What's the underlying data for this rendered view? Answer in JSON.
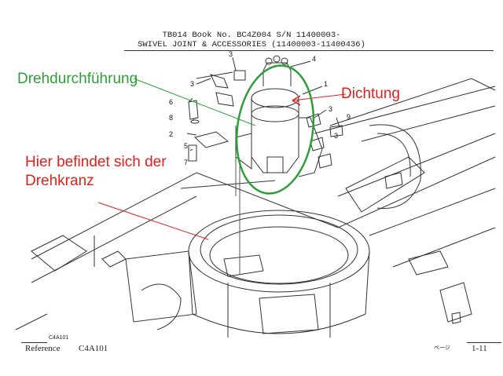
{
  "header": {
    "line1": "TB014  Book No. BC4Z004  S/N 11400003-",
    "line2": "SWIVEL JOINT & ACCESSORIES (11400003-11400436)"
  },
  "callouts": [
    "3",
    "4",
    "1",
    "3",
    "6",
    "8",
    "2",
    "5",
    "7",
    "3",
    "9",
    "3"
  ],
  "annotations": {
    "swivel": {
      "text": "Drehdurchführung",
      "color": "#2e9e3a"
    },
    "seal": {
      "text": "Dichtung",
      "color": "#e0201c"
    },
    "ring_line1": "Hier befindet sich der",
    "ring_line2": "Drehkranz",
    "ring_color": "#e0201c"
  },
  "footer": {
    "small_ref": "C4A101",
    "reference_label": "Reference",
    "reference_code": "C4A101",
    "page_prefix": "ページ",
    "page_number": "1-11"
  }
}
